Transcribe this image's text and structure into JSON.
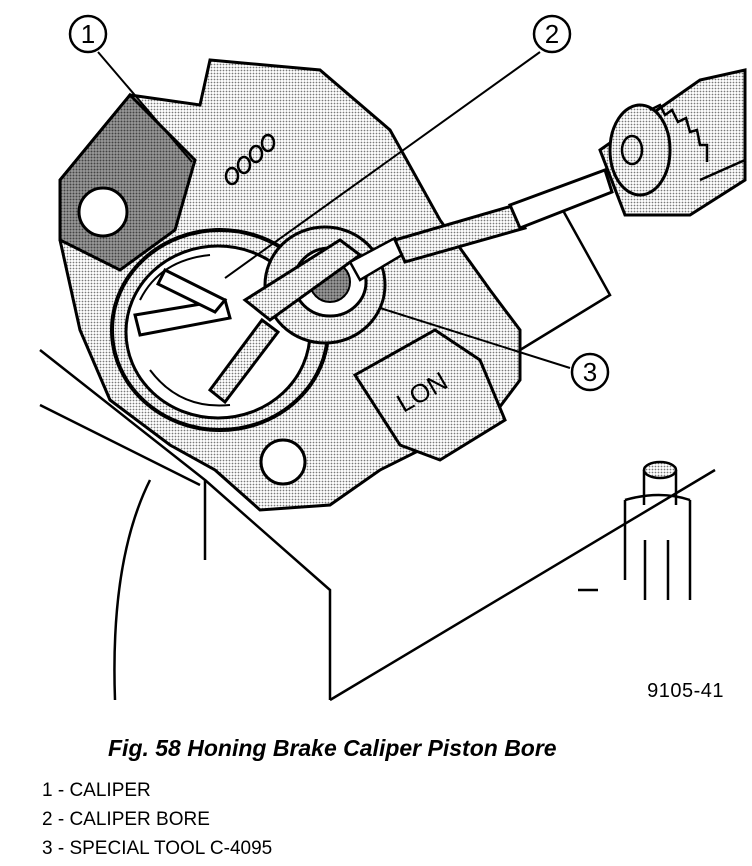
{
  "figure": {
    "callouts": [
      "1",
      "2",
      "3"
    ],
    "stamp_text": "LON",
    "code": "9105-41"
  },
  "caption": "Fig. 58 Honing Brake Caliper Piston Bore",
  "legend": [
    {
      "text": "1 - CALIPER"
    },
    {
      "text": "2 - CALIPER BORE"
    },
    {
      "text": "3 - SPECIAL TOOL C-4095"
    }
  ],
  "colors": {
    "line": "#000000",
    "shade": "#b5b5b5",
    "background": "#ffffff"
  }
}
